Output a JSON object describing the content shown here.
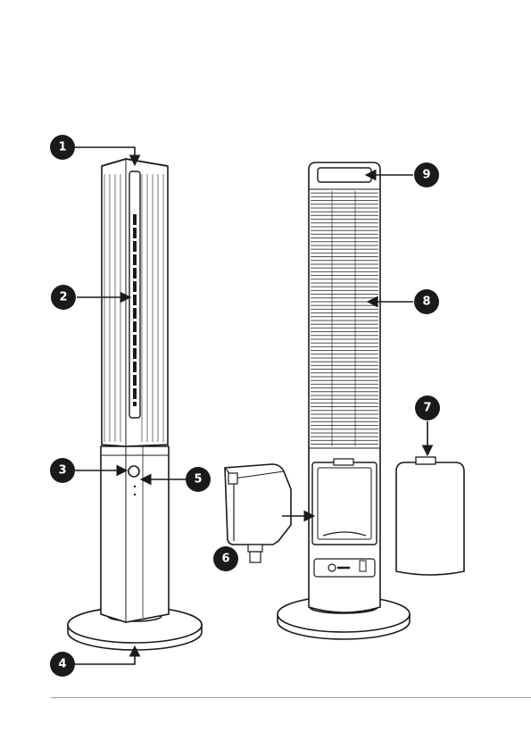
{
  "callouts": [
    {
      "n": "1",
      "target": "top-cap"
    },
    {
      "n": "2",
      "target": "front-grille"
    },
    {
      "n": "3",
      "target": "power-button"
    },
    {
      "n": "4",
      "target": "base"
    },
    {
      "n": "5",
      "target": "indicator-light"
    },
    {
      "n": "6",
      "target": "water-tank"
    },
    {
      "n": "7",
      "target": "rear-cover"
    },
    {
      "n": "8",
      "target": "rear-grille"
    },
    {
      "n": "9",
      "target": "handle"
    }
  ],
  "colors": {
    "outline": "#1a1a1a",
    "badge": "#1a1a1a",
    "badge_text": "#ffffff",
    "divider": "#e88a2e"
  }
}
